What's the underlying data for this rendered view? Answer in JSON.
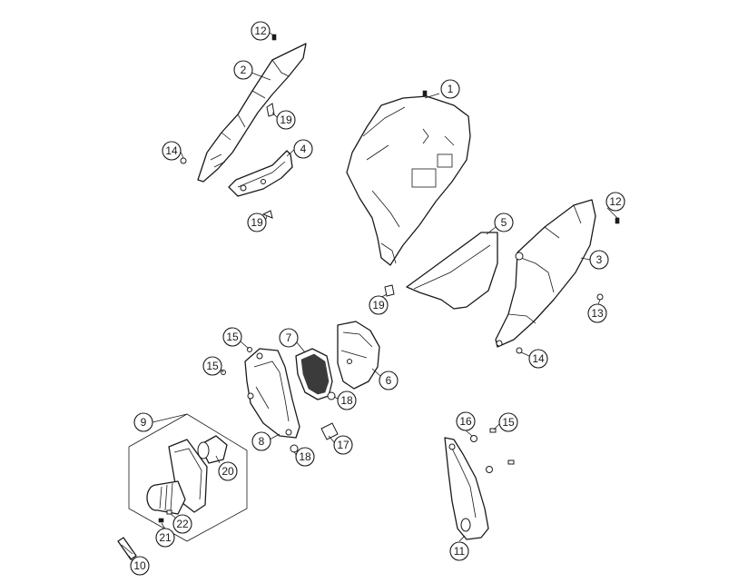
{
  "callouts": [
    {
      "id": "c1",
      "label": "1"
    },
    {
      "id": "c2",
      "label": "2"
    },
    {
      "id": "c3",
      "label": "3"
    },
    {
      "id": "c4",
      "label": "4"
    },
    {
      "id": "c5",
      "label": "5"
    },
    {
      "id": "c6",
      "label": "6"
    },
    {
      "id": "c7",
      "label": "7"
    },
    {
      "id": "c8",
      "label": "8"
    },
    {
      "id": "c9",
      "label": "9"
    },
    {
      "id": "c10",
      "label": "10"
    },
    {
      "id": "c11",
      "label": "11"
    },
    {
      "id": "c12a",
      "label": "12"
    },
    {
      "id": "c12b",
      "label": "12"
    },
    {
      "id": "c13",
      "label": "13"
    },
    {
      "id": "c14a",
      "label": "14"
    },
    {
      "id": "c14b",
      "label": "14"
    },
    {
      "id": "c15a",
      "label": "15"
    },
    {
      "id": "c15b",
      "label": "15"
    },
    {
      "id": "c15c",
      "label": "15"
    },
    {
      "id": "c16",
      "label": "16"
    },
    {
      "id": "c17",
      "label": "17"
    },
    {
      "id": "c18a",
      "label": "18"
    },
    {
      "id": "c18b",
      "label": "18"
    },
    {
      "id": "c19a",
      "label": "19"
    },
    {
      "id": "c19b",
      "label": "19"
    },
    {
      "id": "c19c",
      "label": "19"
    },
    {
      "id": "c20",
      "label": "20"
    },
    {
      "id": "c21",
      "label": "21"
    },
    {
      "id": "c22",
      "label": "22"
    }
  ]
}
